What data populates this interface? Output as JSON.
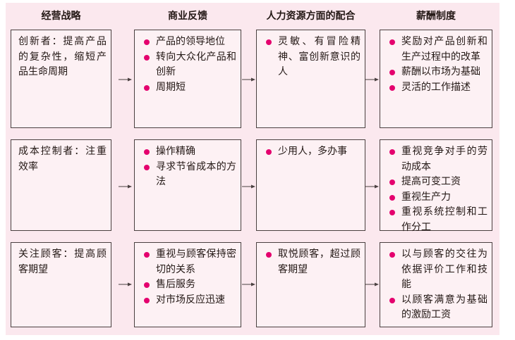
{
  "headers": [
    "经营战略",
    "商业反馈",
    "人力资源方面的配合",
    "薪酬制度"
  ],
  "rows": [
    {
      "strategy": "创新者：提高产品的复杂性，缩短产品生命周期",
      "feedback": [
        "产品的领导地位",
        "转向大众化产品和创新",
        "周期短"
      ],
      "hr": [
        "灵敏、有冒险精神、富创新意识的人"
      ],
      "pay": [
        "奖励对产品创新和生产过程中的改革",
        "薪酬以市场为基础",
        "灵活的工作描述"
      ]
    },
    {
      "strategy": "成本控制者：注重效率",
      "feedback": [
        "操作精确",
        "寻求节省成本的方法"
      ],
      "hr": [
        "少用人，多办事"
      ],
      "pay": [
        "重视竞争对手的劳动成本",
        "提高可变工资",
        "重视生产力",
        "重视系统控制和工作分工"
      ]
    },
    {
      "strategy": "关注顾客：提高顾客期望",
      "feedback": [
        "重视与顾客保持密切的关系",
        "售后服务",
        "对市场反应迅速"
      ],
      "hr": [
        "取悦顾客，超过顾客期望"
      ],
      "pay": [
        "以与顾客的交往为依据评价工作和技能",
        "以顾客满意为基础的激励工资"
      ]
    }
  ],
  "colors": {
    "panel": "#fbe8ee",
    "box": "#fdf1f4",
    "bullet": "#e4006e",
    "border": "#4a4040"
  }
}
